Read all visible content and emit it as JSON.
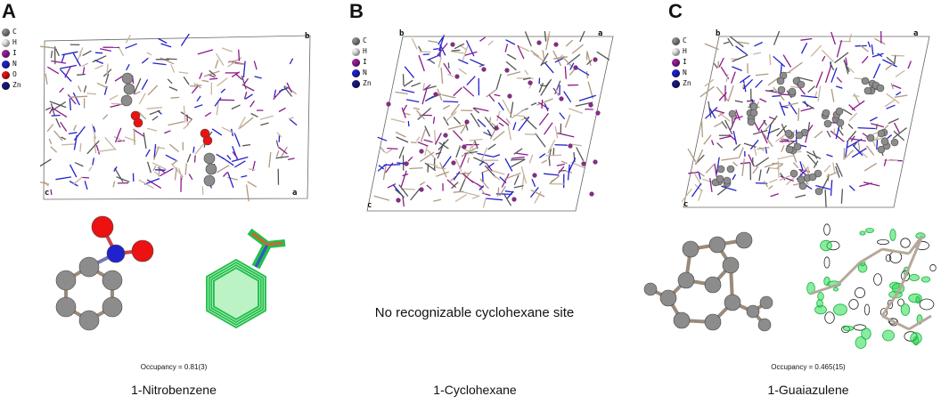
{
  "panels": {
    "A": {
      "letter": "A",
      "axes": {
        "b": "b",
        "c": "c",
        "a": "a"
      },
      "occupancy": "Occupancy = 0.81(3)",
      "caption": "1-Nitrobenzene"
    },
    "B": {
      "letter": "B",
      "axes": {
        "b": "b",
        "a": "a",
        "c": "c"
      },
      "message": "No recognizable cyclohexane site",
      "caption": "1-Cyclohexane"
    },
    "C": {
      "letter": "C",
      "axes": {
        "b": "b",
        "a": "a",
        "c": "c"
      },
      "occupancy": "Occupancy = 0.465(15)",
      "caption": "1-Guaiazulene"
    }
  },
  "legend_full": [
    {
      "symbol": "C",
      "color": "#8c8c8c"
    },
    {
      "symbol": "H",
      "color": "#eeeeee"
    },
    {
      "symbol": "I",
      "color": "#9b1f9b"
    },
    {
      "symbol": "N",
      "color": "#2222cc"
    },
    {
      "symbol": "O",
      "color": "#ee1111"
    },
    {
      "symbol": "Zn",
      "color": "#1a1a80"
    }
  ],
  "legend_short": [
    {
      "symbol": "C",
      "color": "#8c8c8c"
    },
    {
      "symbol": "H",
      "color": "#eeeeee"
    },
    {
      "symbol": "I",
      "color": "#9b1f9b"
    },
    {
      "symbol": "N",
      "color": "#2222cc"
    },
    {
      "symbol": "Zn",
      "color": "#1a1a80"
    }
  ]
}
